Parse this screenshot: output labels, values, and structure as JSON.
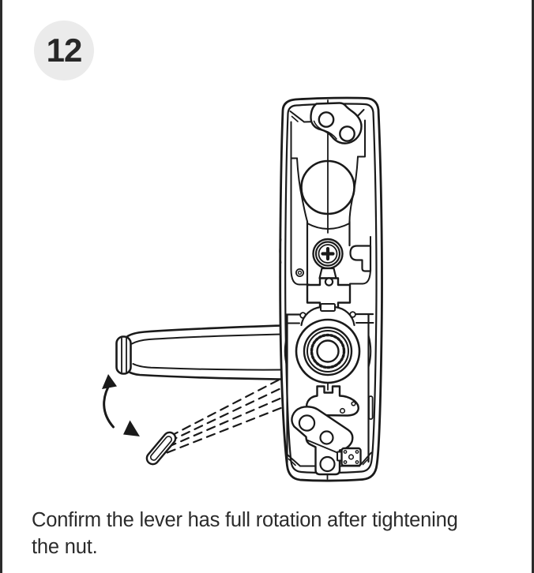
{
  "frame": {
    "border_color": "#2b2b2b",
    "background": "#ffffff"
  },
  "step": {
    "number": "12",
    "badge_bg": "#ebebeb",
    "text_color": "#272727"
  },
  "caption": {
    "line1": "Confirm the lever has full rotation after tightening",
    "line2": "the nut."
  },
  "illustration": {
    "name": "door-lever-lock-interior-diagram",
    "line_color": "#1a1a1a",
    "parts": [
      "lock-body-plate",
      "top-mounting-cam-two-holes",
      "cylinder-opening",
      "phillips-screw",
      "cross-bracket",
      "splined-hub-nut",
      "lower-cam",
      "bottom-mounting-cam-three-holes",
      "retainer-bracket",
      "lever-handle-solid-horizontal",
      "lever-handle-dashed-rotated-down",
      "rotation-range-arrow"
    ]
  }
}
